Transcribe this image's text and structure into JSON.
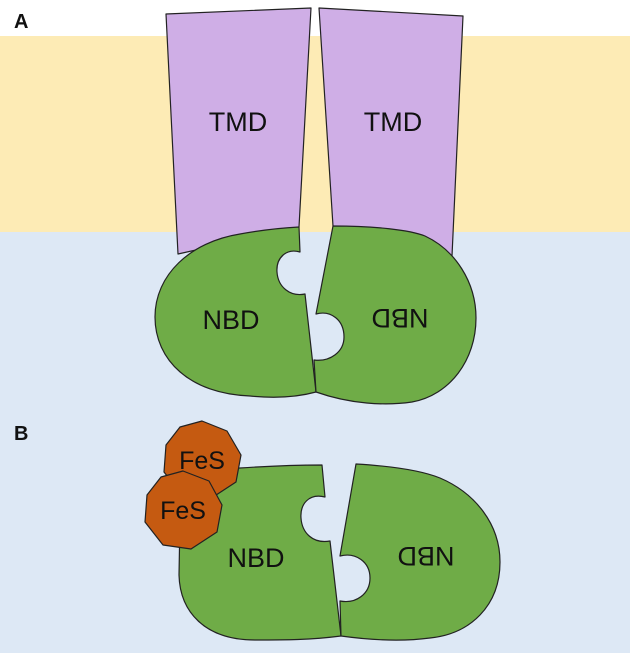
{
  "panels": {
    "a": {
      "letter": "A"
    },
    "b": {
      "letter": "B"
    }
  },
  "labels": {
    "tmd_left": "TMD",
    "tmd_right": "TMD",
    "nbd_a_left": "NBD",
    "nbd_a_right": "NBD",
    "nbd_b_left": "NBD",
    "nbd_b_right": "NBD",
    "fes_top": "FeS",
    "fes_bottom": "FeS"
  },
  "colors": {
    "membrane": "#fdebb5",
    "cytoplasm": "#dde8f5",
    "tmd": "#cfaee6",
    "nbd": "#6fac47",
    "fes": "#c55a11"
  }
}
